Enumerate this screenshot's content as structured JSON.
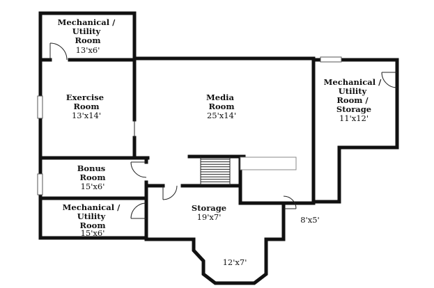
{
  "floor_plan": {
    "rooms": [
      {
        "id": "mech-top",
        "name_lines": [
          "Mechanical /",
          "Utility",
          "Room"
        ],
        "dimensions": "13'x6'"
      },
      {
        "id": "exercise",
        "name_lines": [
          "Exercise",
          "Room"
        ],
        "dimensions": "13'x14'"
      },
      {
        "id": "media",
        "name_lines": [
          "Media",
          "Room"
        ],
        "dimensions": "25'x14'"
      },
      {
        "id": "mech-storage",
        "name_lines": [
          "Mechanical /",
          "Utility",
          "Room /",
          "Storage"
        ],
        "dimensions": "11'x12'"
      },
      {
        "id": "bonus",
        "name_lines": [
          "Bonus",
          "Room"
        ],
        "dimensions": "15'x6'"
      },
      {
        "id": "mech-bottom",
        "name_lines": [
          "Mechanical /",
          "Utility",
          "Room"
        ],
        "dimensions": "15'x6'"
      },
      {
        "id": "storage",
        "name_lines": [
          "Storage"
        ],
        "dimensions": "19'x7'"
      },
      {
        "id": "bay",
        "name_lines": [],
        "dimensions": "12'x7'"
      },
      {
        "id": "small",
        "name_lines": [],
        "dimensions": "8'x5'"
      }
    ]
  }
}
